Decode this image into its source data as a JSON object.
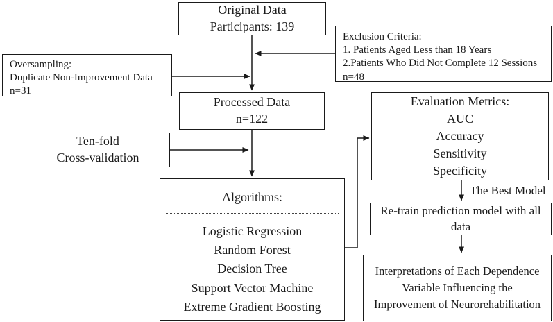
{
  "diagram": {
    "type": "flowchart",
    "colors": {
      "border": "#1a1a1a",
      "background": "#ffffff",
      "text": "#1a1a1a",
      "connector": "#1a1a1a"
    },
    "boxes": {
      "original_data": {
        "lines": [
          "Original Data",
          "Participants: 139"
        ]
      },
      "exclusion": {
        "lines": [
          "Exclusion Criteria:",
          "1. Patients Aged Less than 18 Years",
          "2.Patients Who Did Not Complete 12 Sessions",
          "n=48"
        ]
      },
      "oversampling": {
        "lines": [
          "Oversampling:",
          "Duplicate Non-Improvement Data",
          "n=31"
        ]
      },
      "processed_data": {
        "lines": [
          "Processed Data",
          "n=122"
        ]
      },
      "cross_validation": {
        "lines": [
          "Ten-fold",
          "Cross-validation"
        ]
      },
      "algorithms": {
        "title": "Algorithms:",
        "items": [
          "Logistic Regression",
          "Random Forest",
          "Decision Tree",
          "Support Vector Machine",
          "Extreme Gradient Boosting"
        ]
      },
      "evaluation_metrics": {
        "lines": [
          "Evaluation Metrics:",
          "AUC",
          "Accuracy",
          "Sensitivity",
          "Specificity"
        ]
      },
      "retrain": {
        "text": "Re-train prediction model with all data"
      },
      "interpretation": {
        "text": "Interpretations of Each Dependence Variable Influencing the Improvement of Neurorehabilitation"
      }
    },
    "labels": {
      "best_model": "The Best Model"
    },
    "flow": [
      "Original Data -> Processed Data",
      "Exclusion Criteria -> main flow",
      "Oversampling -> main flow",
      "Processed Data -> Algorithms",
      "Ten-fold Cross-validation -> Algorithms",
      "Algorithms -> Evaluation Metrics",
      "Evaluation Metrics -> Re-train (The Best Model)",
      "Re-train -> Interpretations"
    ]
  }
}
